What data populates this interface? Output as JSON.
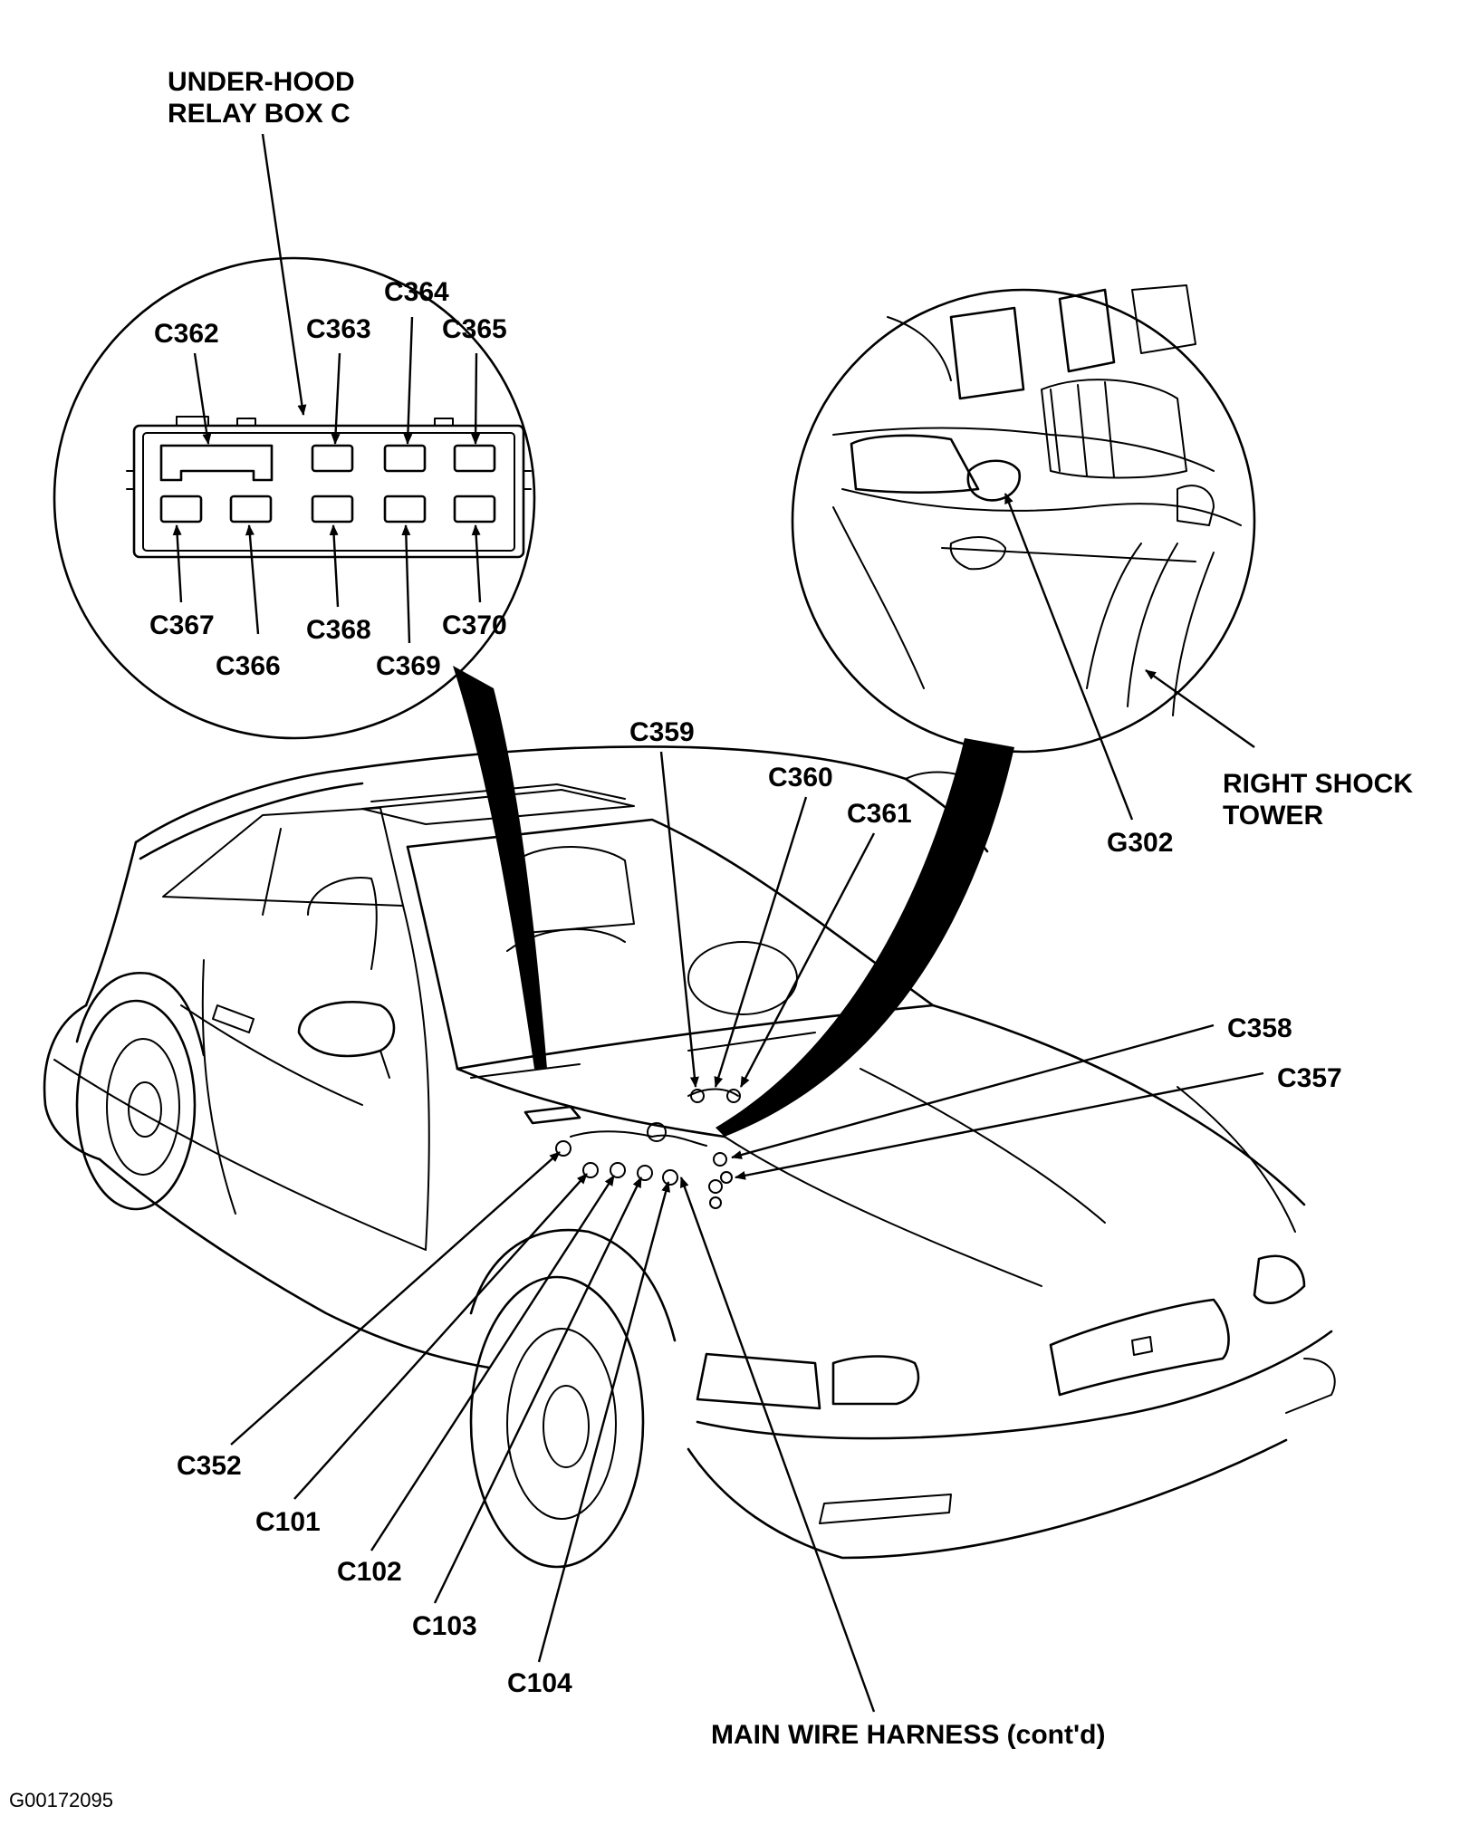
{
  "title": {
    "line1": "UNDER-HOOD",
    "line2": "RELAY BOX C"
  },
  "relay_box_connectors": {
    "top": [
      "C362",
      "C363",
      "C364",
      "C365"
    ],
    "bottom": [
      "C367",
      "C366",
      "C368",
      "C369",
      "C370"
    ]
  },
  "shock_tower": {
    "line1": "RIGHT SHOCK",
    "line2": "TOWER",
    "ground": "G302"
  },
  "car_connectors_upper": [
    "C359",
    "C360",
    "C361",
    "C358",
    "C357"
  ],
  "car_connectors_lower": [
    "C352",
    "C101",
    "C102",
    "C103",
    "C104"
  ],
  "harness_label": "MAIN WIRE HARNESS (cont'd)",
  "figure_id": "G00172095",
  "colors": {
    "ink": "#000000",
    "paper": "#ffffff"
  }
}
